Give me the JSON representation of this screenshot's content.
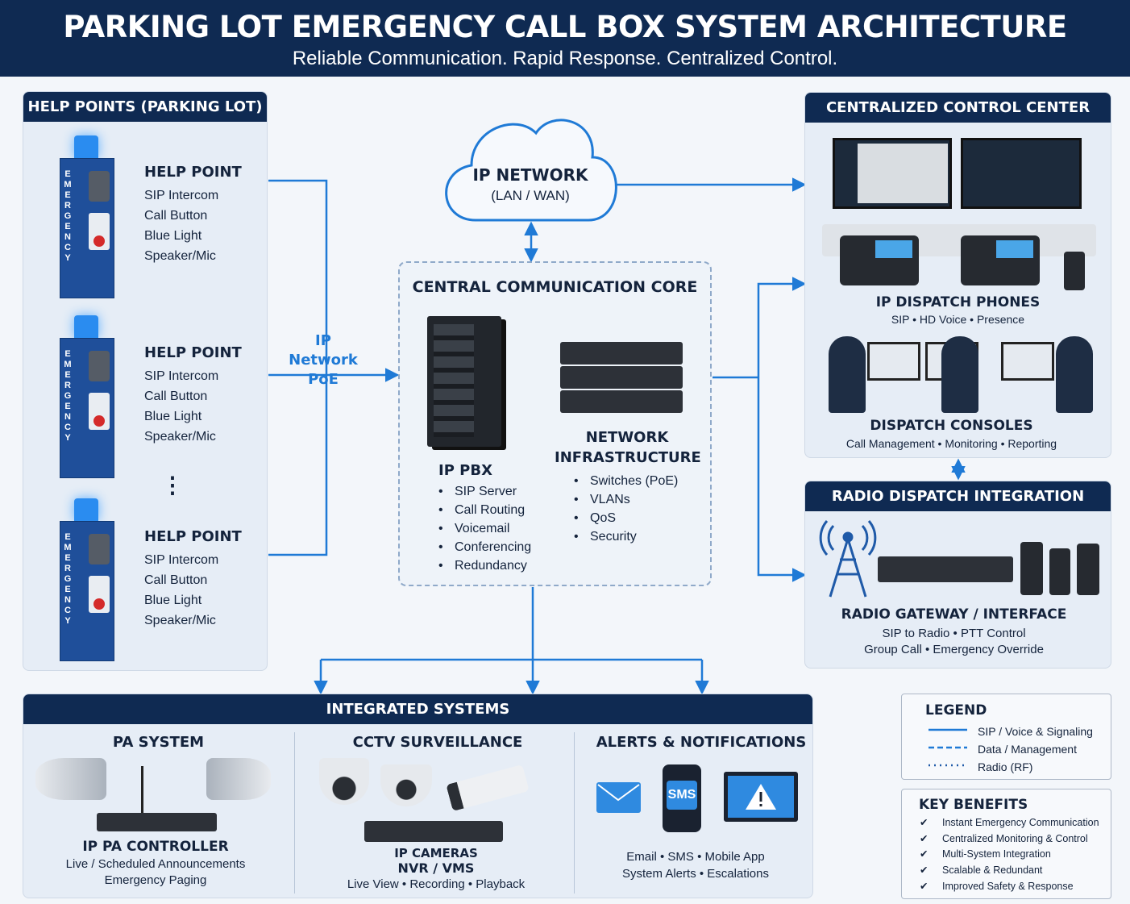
{
  "header": {
    "title": "PARKING LOT EMERGENCY CALL BOX SYSTEM ARCHITECTURE",
    "subtitle": "Reliable Communication. Rapid Response. Centralized Control."
  },
  "help_points": {
    "heading": "HELP POINTS (PARKING LOT)",
    "box_label": "EMERGENCY",
    "items": [
      {
        "title": "HELP POINT",
        "features": [
          "SIP Intercom",
          "Call Button",
          "Blue Light",
          "Speaker/Mic"
        ]
      },
      {
        "title": "HELP POINT",
        "features": [
          "SIP Intercom",
          "Call Button",
          "Blue Light",
          "Speaker/Mic"
        ]
      },
      {
        "title": "HELP POINT",
        "features": [
          "SIP Intercom",
          "Call Button",
          "Blue Light",
          "Speaker/Mic"
        ]
      }
    ],
    "ellipsis": "⋮"
  },
  "link_label": {
    "line1": "IP Network",
    "line2": "PoE"
  },
  "cloud": {
    "title": "IP NETWORK",
    "subtitle": "(LAN / WAN)"
  },
  "core": {
    "heading": "CENTRAL COMMUNICATION CORE",
    "pbx": {
      "title": "IP PBX",
      "items": [
        "SIP Server",
        "Call Routing",
        "Voicemail",
        "Conferencing",
        "Redundancy"
      ]
    },
    "network": {
      "title_line1": "NETWORK",
      "title_line2": "INFRASTRUCTURE",
      "items": [
        "Switches (PoE)",
        "VLANs",
        "QoS",
        "Security"
      ]
    }
  },
  "control_center": {
    "heading": "CENTRALIZED CONTROL CENTER",
    "phones": {
      "title": "IP DISPATCH PHONES",
      "subtitle": "SIP • HD Voice • Presence"
    },
    "consoles": {
      "title": "DISPATCH CONSOLES",
      "subtitle": "Call Management • Monitoring • Reporting"
    }
  },
  "radio": {
    "heading": "RADIO DISPATCH INTEGRATION",
    "title": "RADIO GATEWAY / INTERFACE",
    "line1": "SIP to Radio • PTT Control",
    "line2": "Group Call  •  Emergency Override"
  },
  "integrated": {
    "heading": "INTEGRATED SYSTEMS",
    "pa": {
      "title": "PA SYSTEM",
      "device": "IP PA CONTROLLER",
      "line1": "Live / Scheduled Announcements",
      "line2": "Emergency Paging"
    },
    "cctv": {
      "title": "CCTV SURVEILLANCE",
      "device1": "IP CAMERAS",
      "device2": "NVR / VMS",
      "line1": "Live View • Recording • Playback"
    },
    "alerts": {
      "title": "ALERTS & NOTIFICATIONS",
      "sms": "SMS",
      "line1": "Email  •  SMS  •  Mobile App",
      "line2": "System Alerts  •  Escalations"
    }
  },
  "legend": {
    "heading": "LEGEND",
    "items": [
      {
        "label": "SIP / Voice & Signaling",
        "style": "solid"
      },
      {
        "label": "Data / Management",
        "style": "dashed"
      },
      {
        "label": "Radio (RF)",
        "style": "dotted"
      }
    ]
  },
  "benefits": {
    "heading": "KEY BENEFITS",
    "items": [
      "Instant Emergency Communication",
      "Centralized Monitoring & Control",
      "Multi-System Integration",
      "Scalable & Redundant",
      "Improved Safety & Response"
    ]
  },
  "colors": {
    "navy": "#0f2a52",
    "accent_blue": "#1f7ad6",
    "panel": "#e6edf6",
    "call_red": "#d42a2a"
  }
}
